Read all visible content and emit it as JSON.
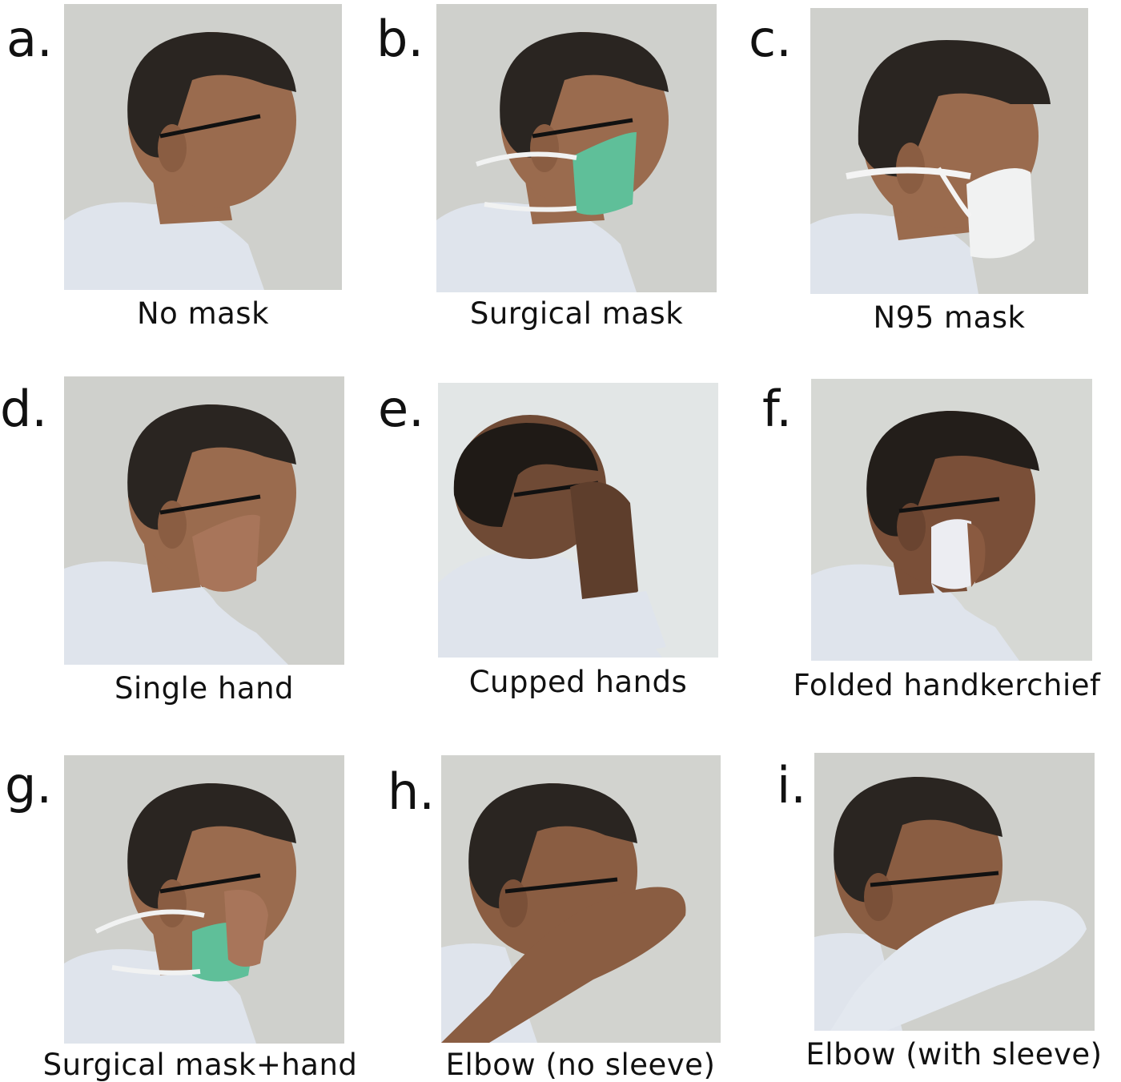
{
  "panels": [
    {
      "letter": "a.",
      "caption": "No mask"
    },
    {
      "letter": "b.",
      "caption": "Surgical mask"
    },
    {
      "letter": "c.",
      "caption": "N95 mask"
    },
    {
      "letter": "d.",
      "caption": "Single hand"
    },
    {
      "letter": "e.",
      "caption": "Cupped hands"
    },
    {
      "letter": "f.",
      "caption": "Folded handkerchief"
    },
    {
      "letter": "g.",
      "caption": "Surgical mask+hand"
    },
    {
      "letter": "h.",
      "caption": "Elbow (no sleeve)"
    },
    {
      "letter": "i.",
      "caption": "Elbow (with sleeve)"
    }
  ],
  "colors": {
    "wall": "#cfd0cc",
    "hair": "#2a2521",
    "skin": "#9a6b4e",
    "shirt": "#dfe4ec",
    "surgical_mask": "#5fbf99",
    "n95_mask": "#f1f2f2"
  }
}
